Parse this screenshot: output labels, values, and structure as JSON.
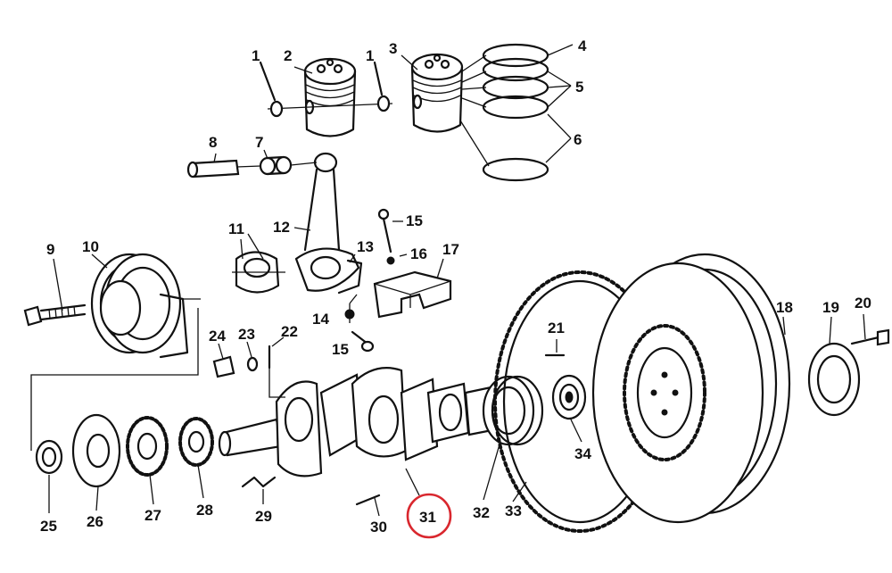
{
  "labels": {
    "p1a": "1",
    "p1b": "1",
    "p2": "2",
    "p3": "3",
    "p4": "4",
    "p5": "5",
    "p6": "6",
    "p7": "7",
    "p8": "8",
    "p9": "9",
    "p10": "10",
    "p11": "11",
    "p12": "12",
    "p13": "13",
    "p14": "14",
    "p15a": "15",
    "p15b": "15",
    "p16": "16",
    "p17": "17",
    "p18": "18",
    "p19": "19",
    "p20": "20",
    "p21": "21",
    "p22": "22",
    "p23": "23",
    "p24": "24",
    "p25": "25",
    "p26": "26",
    "p27": "27",
    "p28": "28",
    "p29": "29",
    "p30": "30",
    "p31": "31",
    "p32": "32",
    "p33": "33",
    "p34": "34"
  },
  "highlight": {
    "part": "31",
    "color": "#d9272e"
  },
  "ink_color": "#111111"
}
